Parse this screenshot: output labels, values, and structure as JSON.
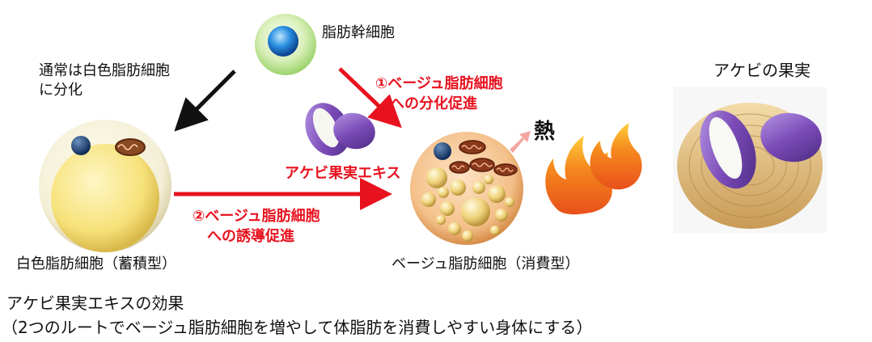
{
  "labels": {
    "stem_cell": "脂肪幹細胞",
    "normal_route": "通常は白色脂肪細胞",
    "normal_route_2": "に分化",
    "route1_line1": "①ベージュ脂肪細胞",
    "route1_line2": "への分化促進",
    "route2_line1": "②ベージュ脂肪細胞",
    "route2_line2": "への誘導促進",
    "extract": "アケビ果実エキス",
    "heat": "熱",
    "white_cell": "白色脂肪細胞（蓄積型）",
    "beige_cell": "ベージュ脂肪細胞（消費型）",
    "fruit_title": "アケビの果実"
  },
  "caption": {
    "title": "アケビ果実エキスの効果",
    "subtitle": "（2つのルートでベージュ脂肪細胞を増やして体脂肪を消費しやすい身体にする）"
  },
  "colors": {
    "accent_red": "#e8121f",
    "black_arrow": "#111111",
    "fat_yellow": "#f3e08a",
    "beige_cell": "#f0b978",
    "flame_orange": "#f07818",
    "akebi_purple": "#7b4bb8"
  }
}
